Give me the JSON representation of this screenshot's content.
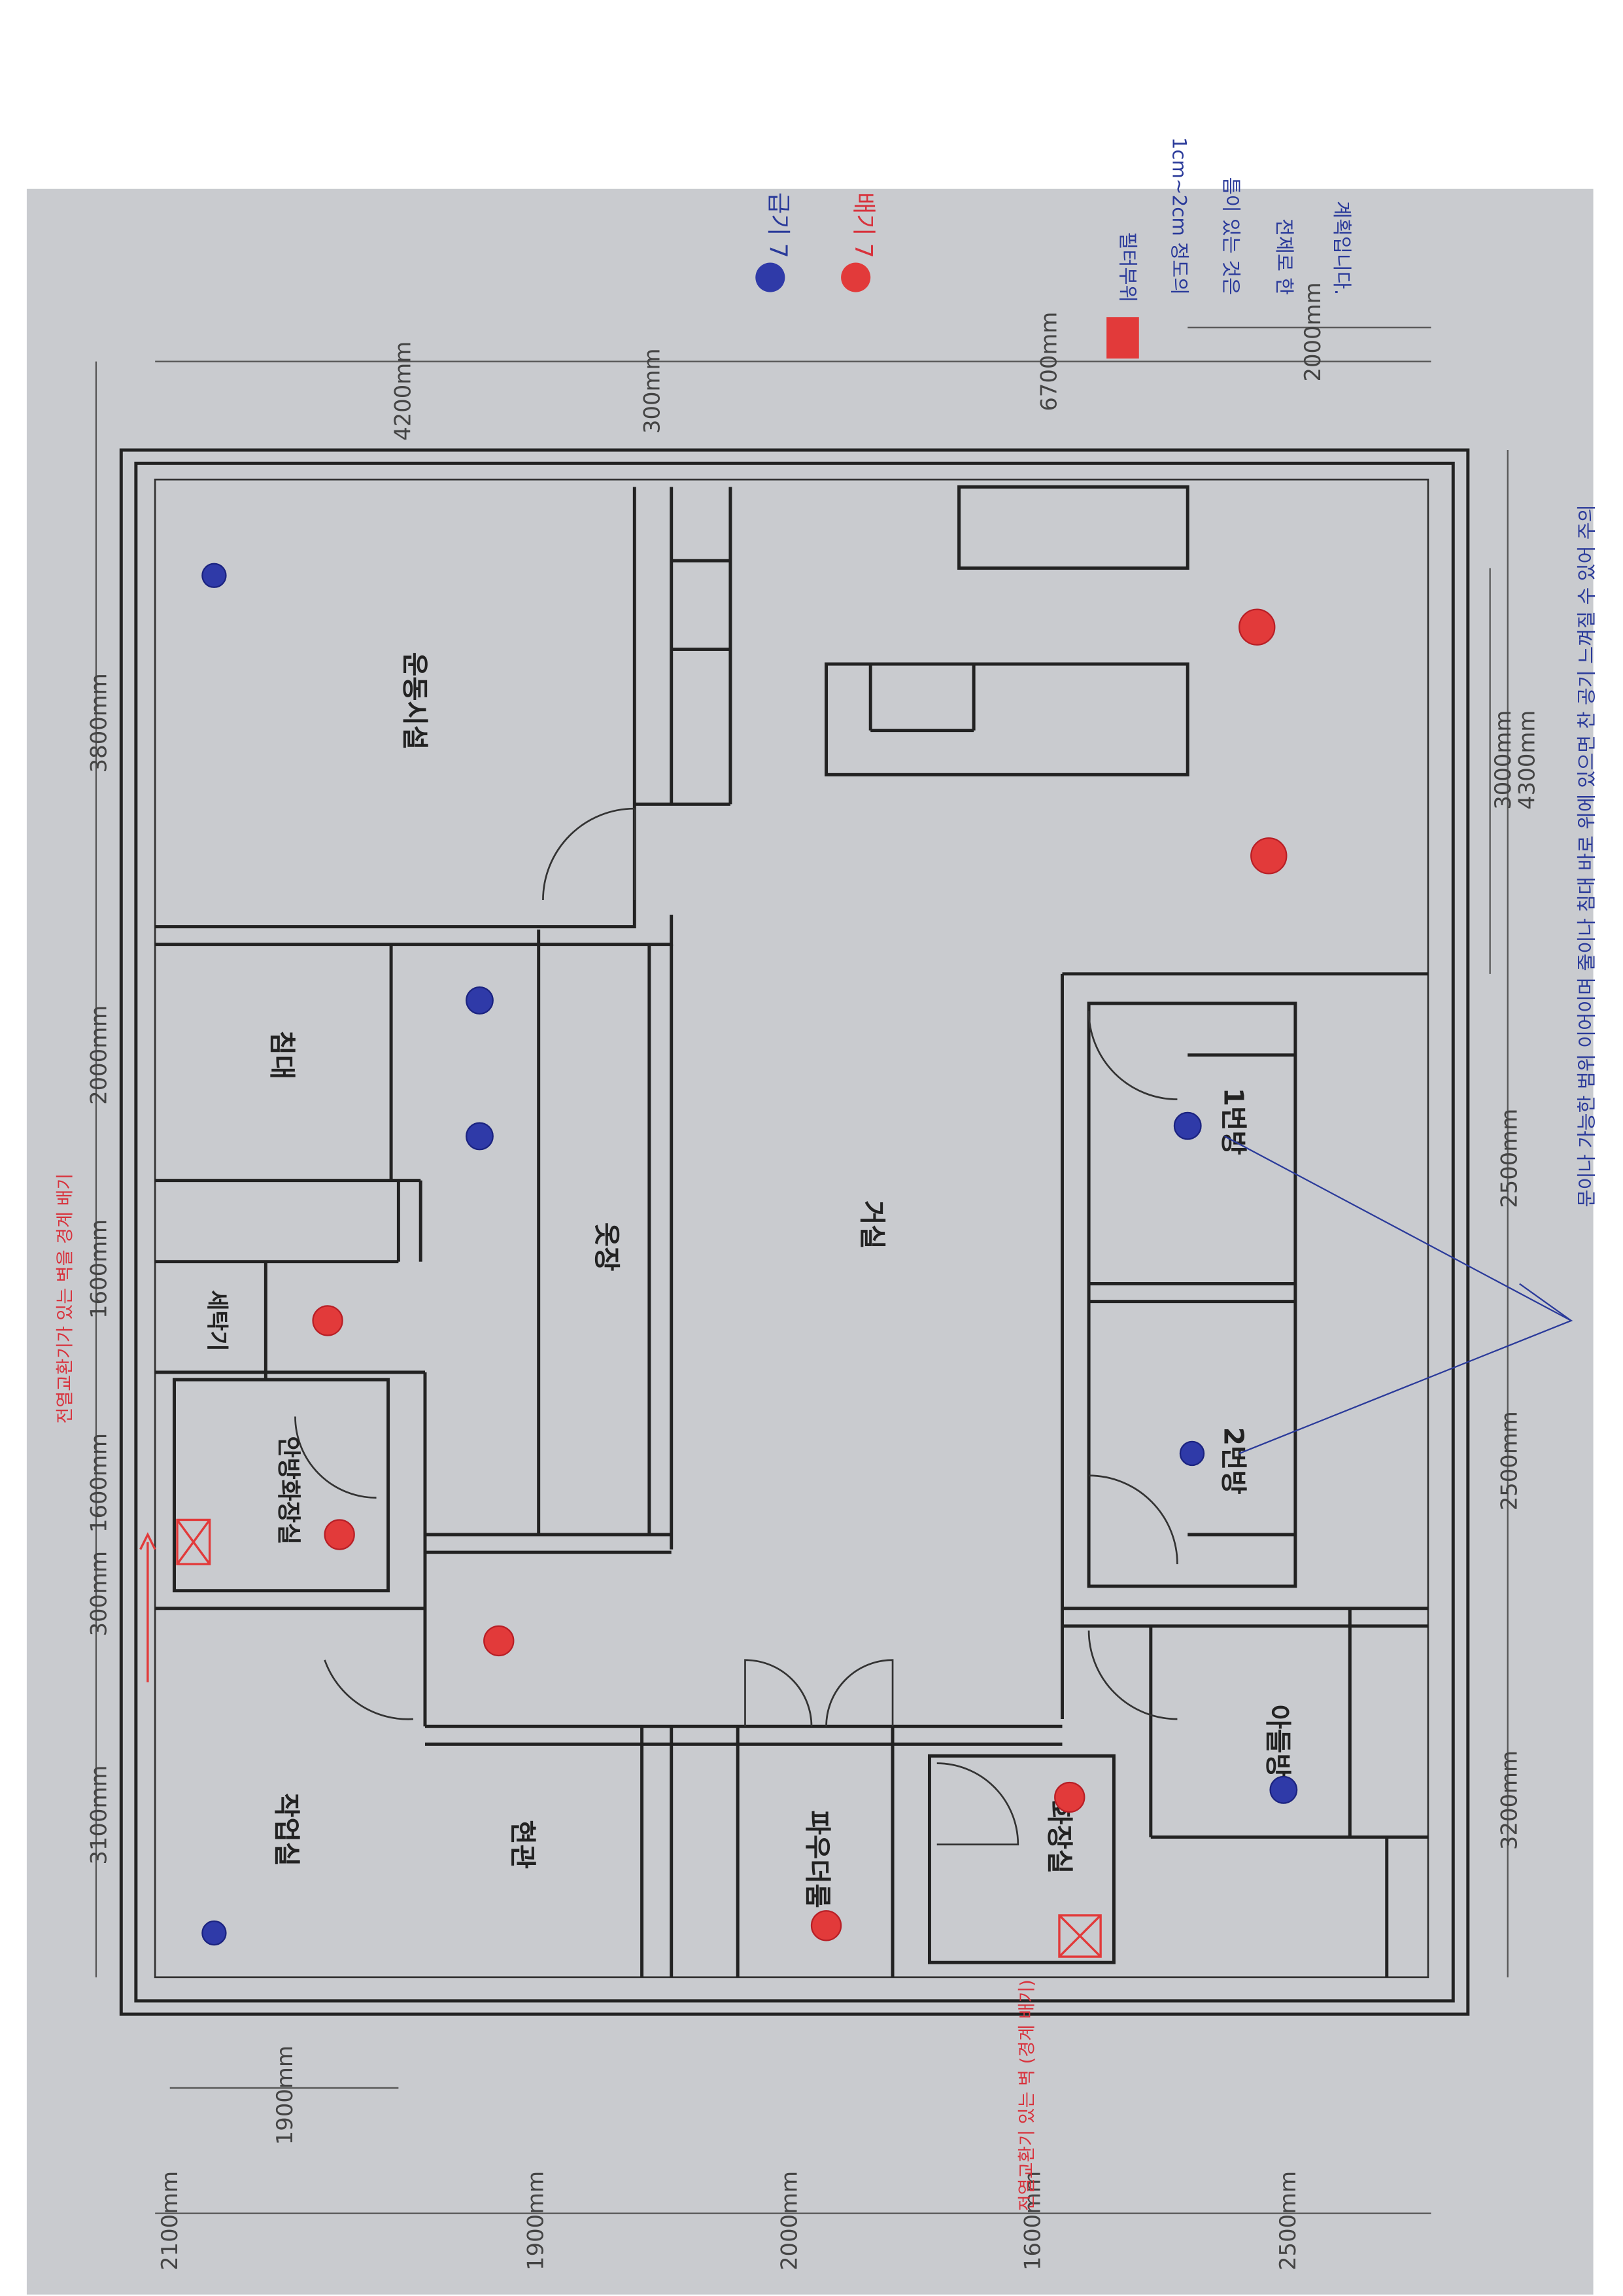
{
  "colors": {
    "supply": "#2f3aa8",
    "exhaust": "#e23a3a",
    "background": "#c9cbcf"
  },
  "legend": {
    "supply_label": "급기 7",
    "exhaust_label": "배기 7",
    "filter_label": "필터부위",
    "note_lines": [
      "1cm~2cm 정도의",
      "틈이 있는 것은",
      "전제로 한",
      "계획입니다."
    ]
  },
  "rooms": {
    "gym": "운동시설",
    "bed": "침대",
    "closet": "옷장",
    "living": "거실",
    "washer": "세탁기",
    "master_bath": "안방화장실",
    "room1": "1번방",
    "room2": "2번방",
    "son_room": "아들방",
    "workroom": "작업실",
    "entrance": "현관",
    "powder": "파우더룸",
    "bathroom": "화장실"
  },
  "dimensions": {
    "top": [
      "4200mm",
      "300mm",
      "6700mm",
      "2000mm"
    ],
    "left": [
      "3800mm",
      "2000mm",
      "1600mm",
      "1600mm",
      "300mm",
      "3100mm"
    ],
    "right": [
      "4300mm",
      "3000mm",
      "2500mm",
      "2500mm",
      "3200mm"
    ],
    "bottom": [
      "2100mm",
      "1900mm",
      "1900mm",
      "2000mm",
      "1600mm",
      "2500mm"
    ]
  },
  "annotations": {
    "left_note": "전열교환기가 있는 벽을 경계 배기",
    "bottom_note": "전열교환기 있는 벽 (경계 배기)",
    "right_note": "문이나 가능한 범위 이어이며 줄이나 침대 바로 위에 있으면 찬 공기 느껴질 수 있어 주의"
  }
}
